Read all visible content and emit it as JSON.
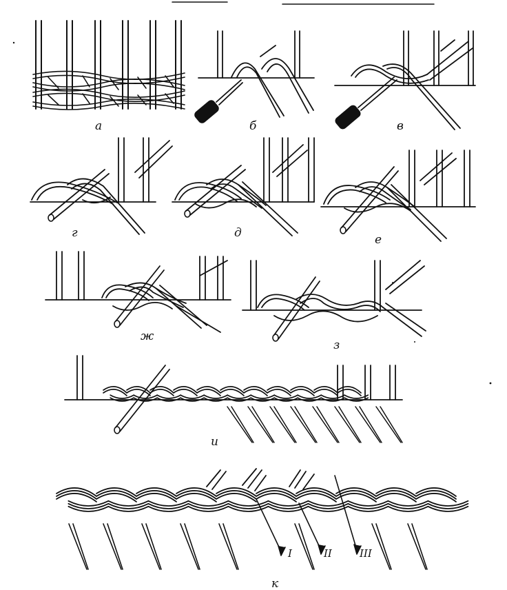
{
  "figure": {
    "panels": [
      {
        "id": "a",
        "label": "а"
      },
      {
        "id": "b",
        "label": "б"
      },
      {
        "id": "v",
        "label": "в"
      },
      {
        "id": "g",
        "label": "г"
      },
      {
        "id": "d",
        "label": "д"
      },
      {
        "id": "e",
        "label": "е"
      },
      {
        "id": "zh",
        "label": "ж"
      },
      {
        "id": "z",
        "label": "з"
      },
      {
        "id": "i",
        "label": "и"
      },
      {
        "id": "k",
        "label": "к"
      }
    ],
    "markers": [
      "I",
      "II",
      "III"
    ],
    "colors": {
      "ink": "#111111",
      "paper": "#ffffff"
    }
  }
}
